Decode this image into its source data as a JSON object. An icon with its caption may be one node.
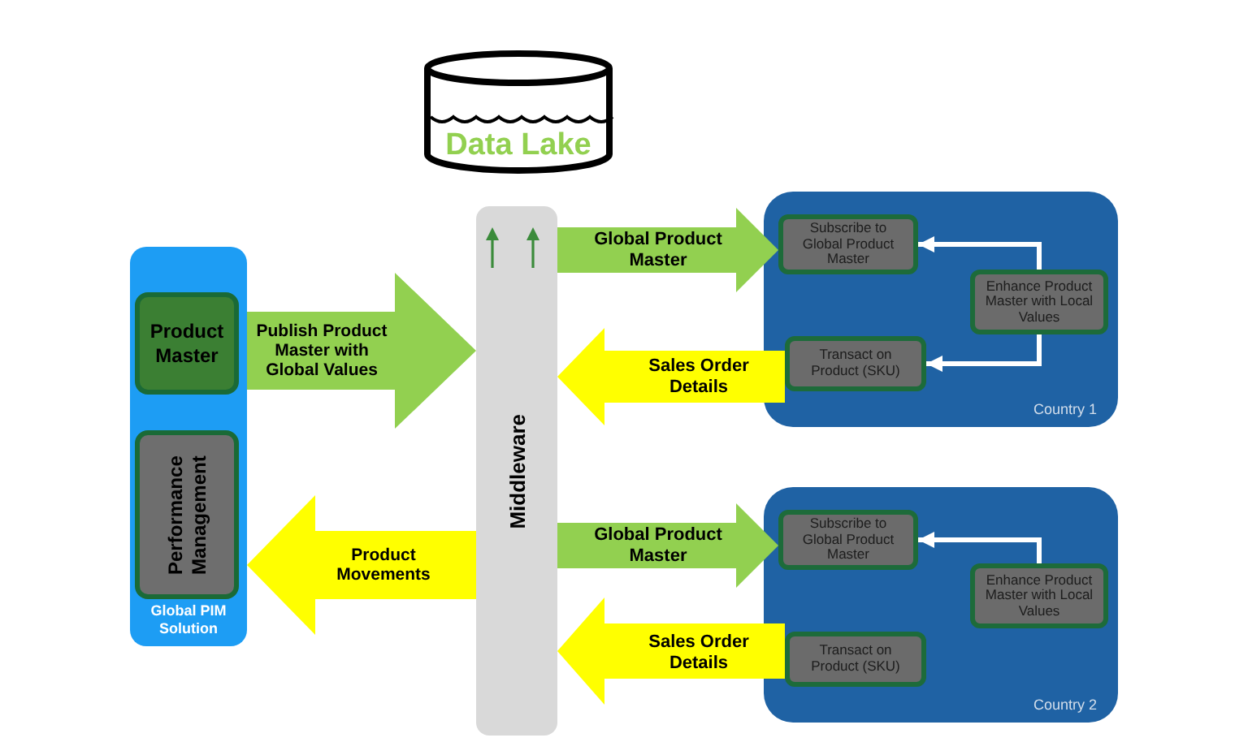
{
  "diagram": {
    "nodes": [
      {
        "text": [
          "Data Lake"
        ]
      },
      {
        "text": [
          "Global PIM Solution"
        ]
      },
      {
        "text": [
          "Product Master"
        ],
        "in": 1
      },
      {
        "text": [
          "Performance Management"
        ],
        "in": 1
      },
      {
        "text": [
          "Middleware"
        ]
      },
      {
        "text": [
          "Country 1"
        ]
      },
      {
        "text": [
          "Subscribe to Global Product Master"
        ],
        "in": 5
      },
      {
        "text": [
          "Enhance Product Master with Local Values"
        ],
        "in": 5
      },
      {
        "text": [
          "Transact on Product (SKU)"
        ],
        "in": 5
      },
      {
        "text": [
          "Country 2"
        ]
      },
      {
        "text": [
          "Subscribe to Global Product Master"
        ],
        "in": 9
      },
      {
        "text": [
          "Enhance Product Master with Local Values"
        ],
        "in": 9
      },
      {
        "text": [
          "Transact on Product (SKU)"
        ],
        "in": 9
      }
    ],
    "edges": [
      {
        "from": 1,
        "to": 4,
        "arrow": "to",
        "label": "Publish Product Master with Global Values",
        "style": "thick",
        "color": "#92d050"
      },
      {
        "from": 4,
        "to": 1,
        "arrow": "to",
        "label": "Product Movements",
        "style": "thick",
        "color": "#ffff00"
      },
      {
        "from": 4,
        "to": 6,
        "arrow": "to",
        "label": "Global Product Master",
        "style": "thick",
        "color": "#92d050"
      },
      {
        "from": 8,
        "to": 4,
        "arrow": "to",
        "label": "Sales Order Details",
        "style": "thick",
        "color": "#ffff00"
      },
      {
        "from": 7,
        "to": 6,
        "arrow": "to",
        "color": "#ffffff"
      },
      {
        "from": 7,
        "to": 8,
        "arrow": "to",
        "color": "#ffffff"
      },
      {
        "from": 4,
        "to": 10,
        "arrow": "to",
        "label": "Global Product Master",
        "style": "thick",
        "color": "#92d050"
      },
      {
        "from": 12,
        "to": 4,
        "arrow": "to",
        "label": "Sales Order Details",
        "style": "thick",
        "color": "#ffff00"
      },
      {
        "from": 11,
        "to": 10,
        "arrow": "to",
        "color": "#ffffff"
      }
    ]
  }
}
